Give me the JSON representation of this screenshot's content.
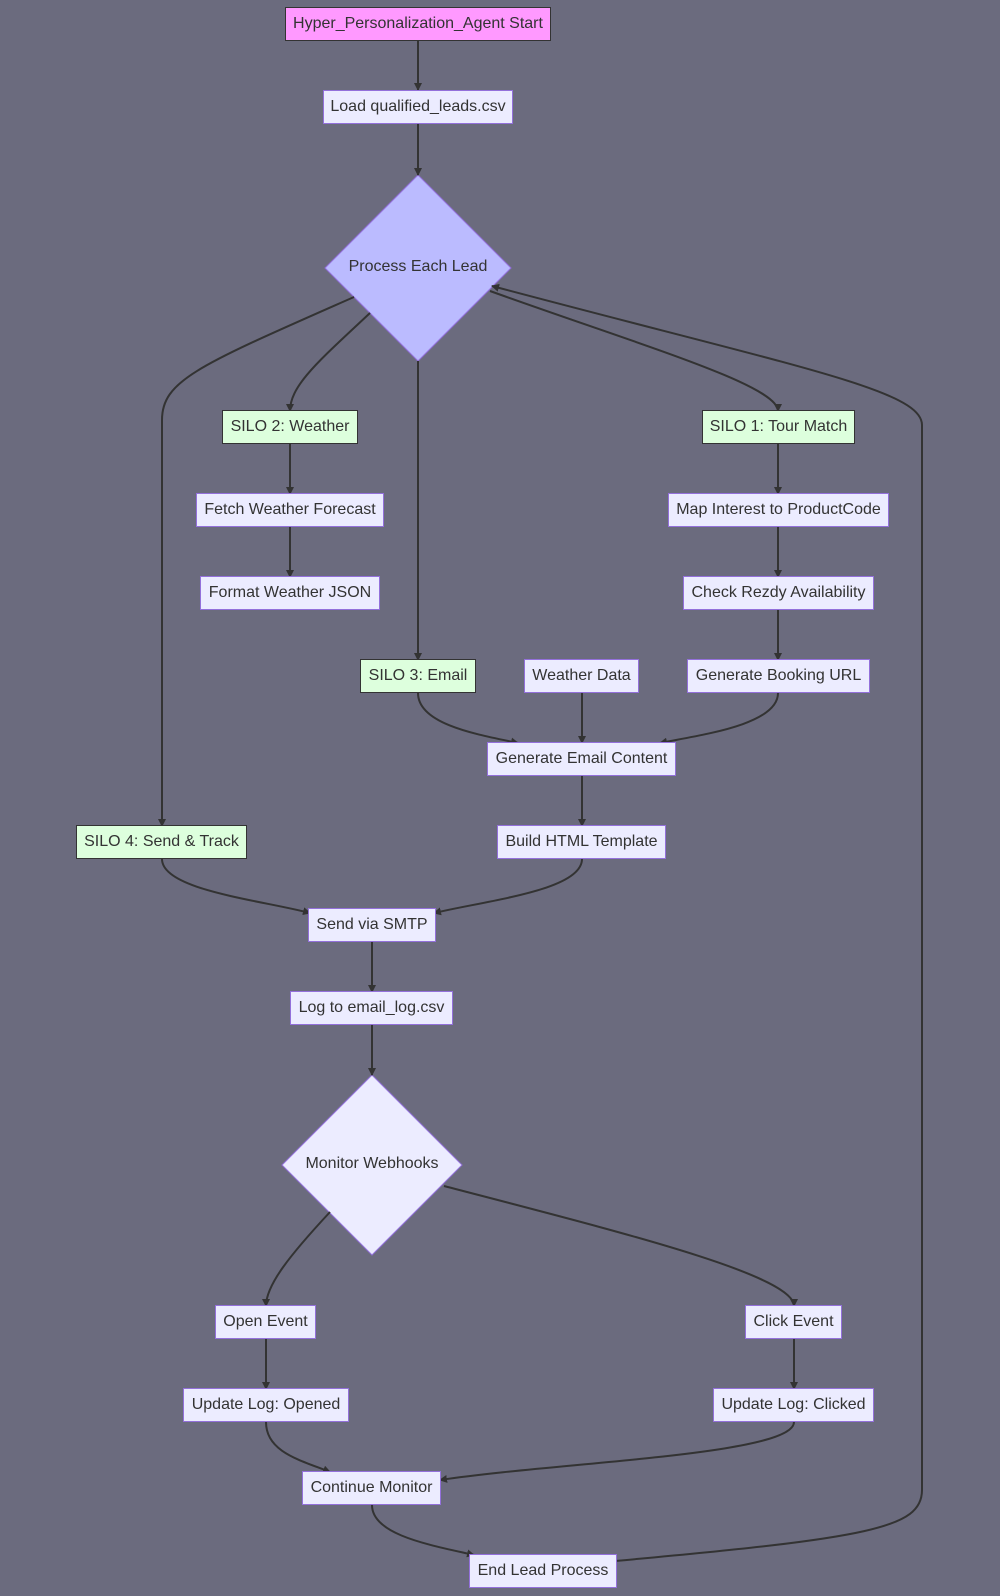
{
  "diagram": {
    "nodes": {
      "start": "Hyper_Personalization_Agent Start",
      "load": "Load qualified_leads.csv",
      "process": "Process Each Lead",
      "silo2": "SILO 2: Weather",
      "silo1": "SILO 1: Tour Match",
      "fetch_weather": "Fetch Weather Forecast",
      "map_interest": "Map Interest to ProductCode",
      "format_weather": "Format Weather JSON",
      "check_rezdy": "Check Rezdy Availability",
      "silo3": "SILO 3: Email",
      "weather_data": "Weather Data",
      "booking_url": "Generate Booking URL",
      "email_content": "Generate Email Content",
      "silo4": "SILO 4: Send & Track",
      "html_template": "Build HTML Template",
      "smtp": "Send via SMTP",
      "log": "Log to email_log.csv",
      "monitor": "Monitor Webhooks",
      "open_event": "Open Event",
      "click_event": "Click Event",
      "update_opened": "Update Log: Opened",
      "update_clicked": "Update Log: Clicked",
      "continue_monitor": "Continue Monitor",
      "end_lead": "End Lead Process"
    },
    "colors": {
      "background": "#6b6b7e",
      "node_fill": "#ececff",
      "node_border": "#9370db",
      "start_fill": "#ff99ff",
      "silo_fill": "#ddffdd",
      "decision_process_fill": "#bbbbff",
      "edge": "#333333",
      "text": "#333333"
    }
  }
}
